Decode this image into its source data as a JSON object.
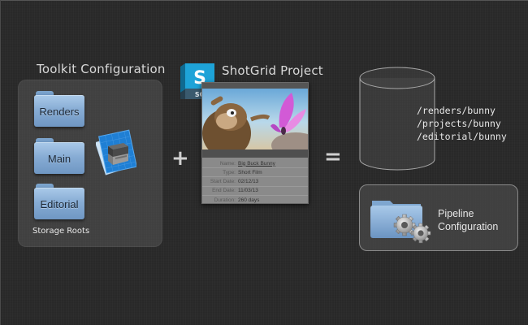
{
  "toolkit": {
    "title": "Toolkit Configuration",
    "folders": [
      {
        "label": "Renders"
      },
      {
        "label": "Main"
      },
      {
        "label": "Editorial"
      }
    ],
    "storage_label": "Storage Roots",
    "icon": "toolkit-blueprint-box-icon"
  },
  "operators": {
    "plus": "+",
    "equals": "="
  },
  "shotgrid": {
    "title": "ShotGrid Project",
    "logo": {
      "letter": "S",
      "badge": "SG",
      "color": "#1ea3d8"
    },
    "project": {
      "fields": [
        {
          "key": "Name:",
          "value": "Big Buck Bunny",
          "link": true
        },
        {
          "key": "Type:",
          "value": "Short Film",
          "link": false
        },
        {
          "key": "Start Date:",
          "value": "02/12/13",
          "link": false
        },
        {
          "key": "End Date:",
          "value": "11/03/13",
          "link": false
        },
        {
          "key": "Duration:",
          "value": "260 days",
          "link": false
        }
      ]
    }
  },
  "storage": {
    "icon": "cylinder-storage-icon",
    "paths": [
      "/renders/bunny",
      "/projects/bunny",
      "/editorial/bunny"
    ]
  },
  "pipeline": {
    "label_line1": "Pipeline",
    "label_line2": "Configuration",
    "icon": "folder-gears-icon"
  }
}
